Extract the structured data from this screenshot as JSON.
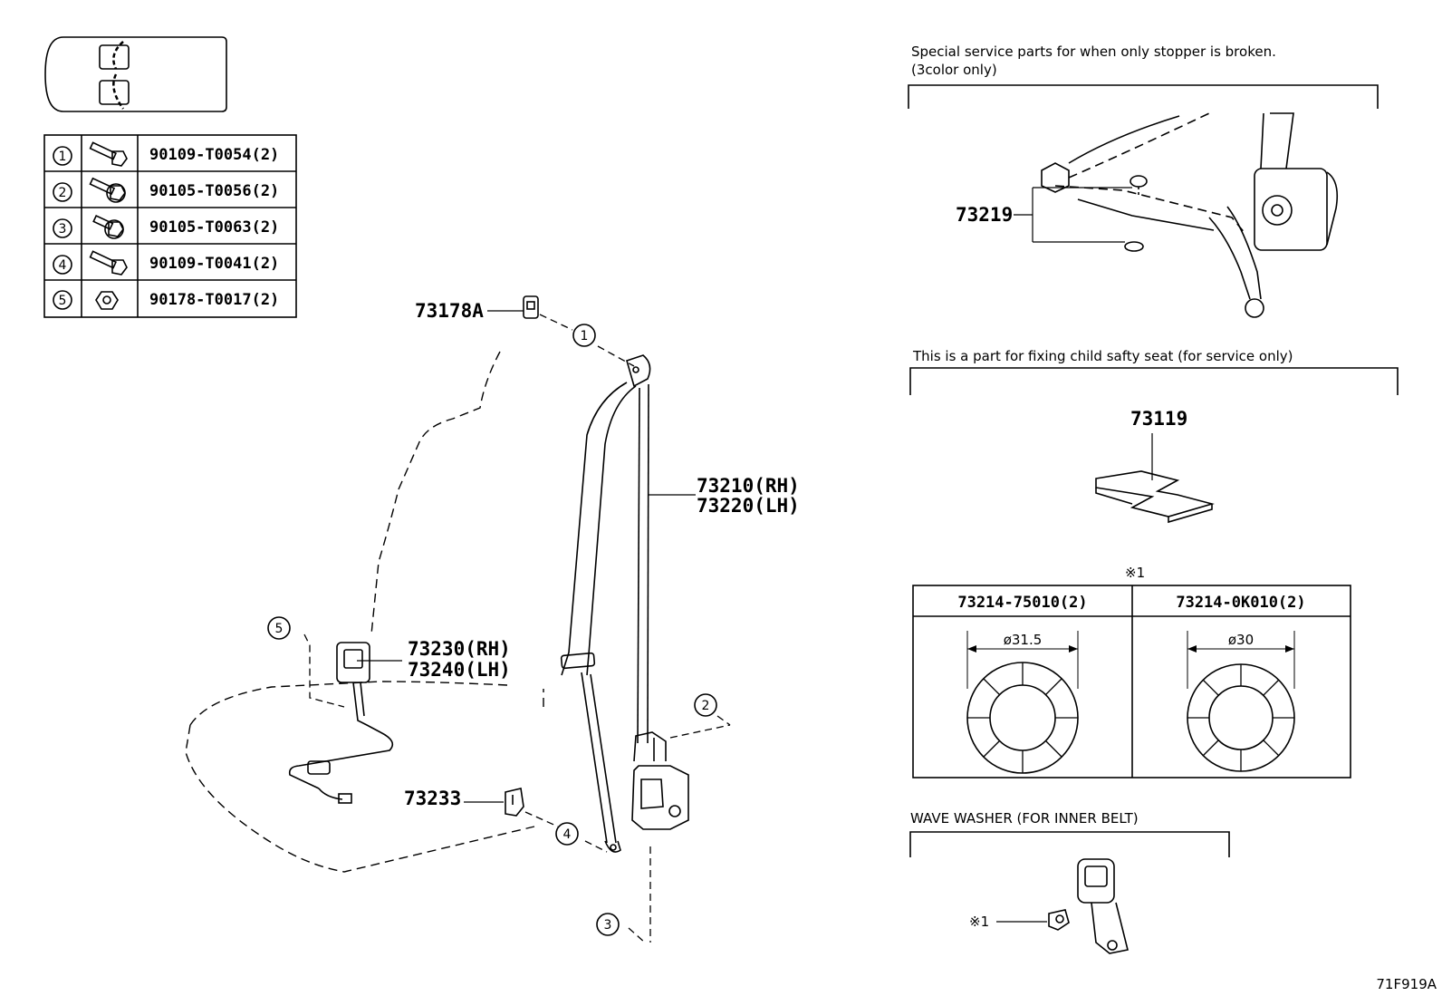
{
  "fastener_table": [
    {
      "index": "1",
      "part": "90109-T0054(2)",
      "icon": "bolt-icon"
    },
    {
      "index": "2",
      "part": "90105-T0056(2)",
      "icon": "flange-bolt-icon"
    },
    {
      "index": "3",
      "part": "90105-T0063(2)",
      "icon": "flange-bolt-icon"
    },
    {
      "index": "4",
      "part": "90109-T0041(2)",
      "icon": "bolt-icon"
    },
    {
      "index": "5",
      "part": "90178-T0017(2)",
      "icon": "nut-icon"
    }
  ],
  "main": {
    "callouts": {
      "c73178A": "73178A",
      "c73210": "73210(RH)",
      "c73220": "73220(LH)",
      "c73230": "73230(RH)",
      "c73240": "73240(LH)",
      "c73233": "73233"
    },
    "markers": {
      "m1": "1",
      "m2": "2",
      "m3": "3",
      "m4": "4",
      "m5": "5"
    }
  },
  "panel_stopper": {
    "note_line1": "Special service parts for when only stopper is broken.",
    "note_line2": "(3color only)",
    "part": "73219"
  },
  "panel_child_seat": {
    "note": "This is a part for fixing child safty seat (for service only)",
    "part": "73119"
  },
  "washer_table": {
    "mark": "※1",
    "col1_header": "73214-75010(2)",
    "col2_header": "73214-0K010(2)",
    "col1_dim": "ø31.5",
    "col2_dim": "ø30"
  },
  "panel_wave_washer": {
    "note": "WAVE WASHER (FOR INNER BELT)",
    "mark": "※1"
  },
  "figure_code": "71F919A"
}
